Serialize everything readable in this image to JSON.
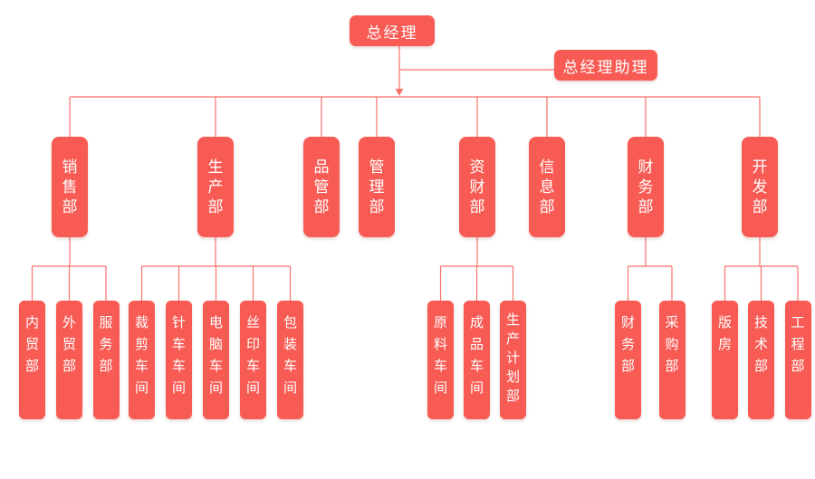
{
  "org": {
    "root": {
      "label": "总经理"
    },
    "assistant": {
      "label": "总经理助理"
    },
    "departments": [
      {
        "label": "销售部",
        "children": [
          {
            "label": "内贸部"
          },
          {
            "label": "外贸部"
          },
          {
            "label": "服务部"
          }
        ]
      },
      {
        "label": "生产部",
        "children": [
          {
            "label": "裁剪车间"
          },
          {
            "label": "针车车间"
          },
          {
            "label": "电脑车间"
          },
          {
            "label": "丝印车间"
          },
          {
            "label": "包装车间"
          }
        ]
      },
      {
        "label": "品管部",
        "children": []
      },
      {
        "label": "管理部",
        "children": []
      },
      {
        "label": "资财部",
        "children": [
          {
            "label": "原料车间"
          },
          {
            "label": "成品车间"
          },
          {
            "label": "生产计划部"
          }
        ]
      },
      {
        "label": "信息部",
        "children": []
      },
      {
        "label": "财务部",
        "children": [
          {
            "label": "财务部"
          },
          {
            "label": "采购部"
          }
        ]
      },
      {
        "label": "开发部",
        "children": [
          {
            "label": "版房"
          },
          {
            "label": "技术部"
          },
          {
            "label": "工程部"
          }
        ]
      }
    ]
  },
  "colors": {
    "node_fill": "#f85b54",
    "connector": "#f7726b",
    "text": "#ffffff",
    "background": "#ffffff"
  }
}
